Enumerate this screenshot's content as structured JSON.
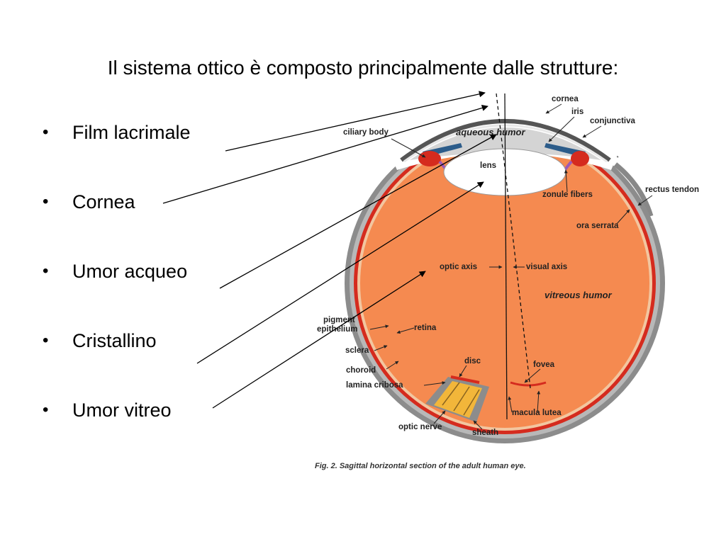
{
  "slide": {
    "title": "Il sistema ottico è composto principalmente dalle strutture:",
    "bullet_symbol": "•",
    "bullets": [
      "Film lacrimale",
      "Cornea",
      "Umor acqueo",
      "Cristallino",
      "Umor vitreo"
    ]
  },
  "diagram": {
    "labels": {
      "cornea": "cornea",
      "iris": "iris",
      "conjunctiva": "conjunctiva",
      "ciliary_body": "ciliary body",
      "aqueous_humor": "aqueous humor",
      "lens": "lens",
      "zonule_fibers": "zonule fibers",
      "rectus_tendon": "rectus tendon",
      "ora_serrata": "ora serrata",
      "optic_axis": "optic axis",
      "visual_axis": "visual axis",
      "vitreous_humor": "vitreous humor",
      "pigment": "pigment",
      "epithelium": "epithelium",
      "retina": "retina",
      "sclera": "sclera",
      "choroid": "choroid",
      "disc": "disc",
      "fovea": "fovea",
      "lamina_cribosa": "lamina cribosa",
      "macula_lutea": "macula lutea",
      "optic_nerve": "optic nerve",
      "sheath": "sheath"
    },
    "caption": "Fig. 2. Sagittal horizontal section of the adult human eye.",
    "colors": {
      "vitreous": "#F58A50",
      "sclera": "#8C8C8C",
      "choroid": "#D52B1E",
      "retina": "#F2C6A0",
      "aqueous": "#D4D4D4",
      "lens": "#FFFFFF",
      "optic_nerve": "#F2B63A",
      "iris": "#2C5C8A"
    }
  }
}
